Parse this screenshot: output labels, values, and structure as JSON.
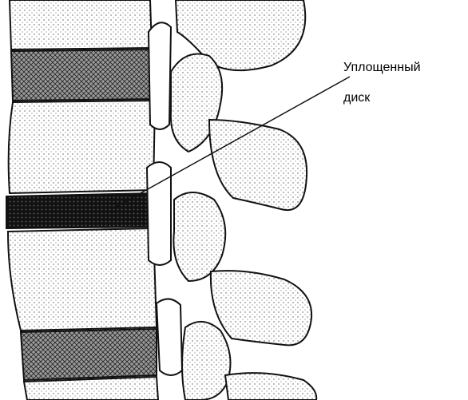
{
  "annotation": {
    "label_line1": "Уплощенный",
    "label_line2": "диск",
    "target": "flattened-disc"
  },
  "colors": {
    "ink": "#111111",
    "paper": "#ffffff",
    "bone_shade": "#d9d9d9",
    "disc_normal": "#8c8c8c",
    "disc_flattened": "#1a1a1a"
  },
  "icon_names": [
    "spine-lateral-illustration"
  ]
}
